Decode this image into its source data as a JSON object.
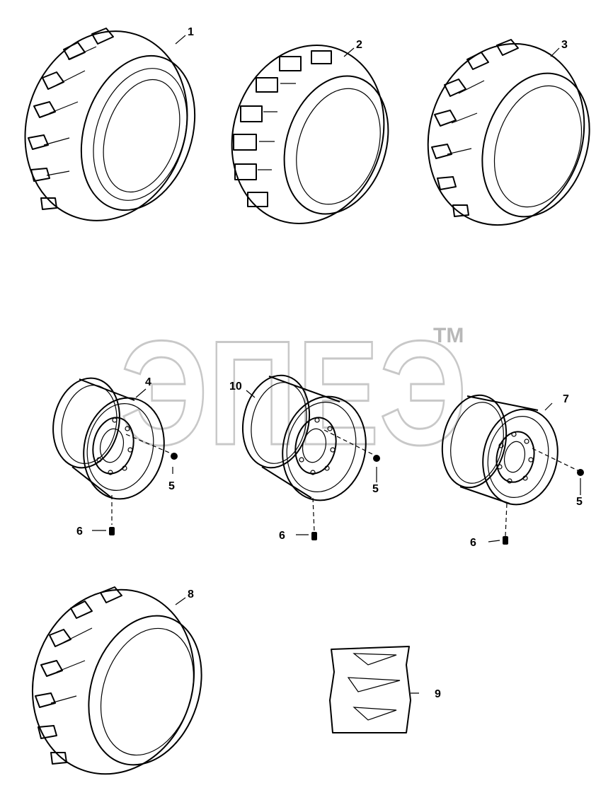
{
  "watermark": {
    "text": "ЭПЕЭ",
    "trademark": "TM"
  },
  "labels": [
    {
      "id": "c1",
      "text": "1"
    },
    {
      "id": "c2",
      "text": "2"
    },
    {
      "id": "c3",
      "text": "3"
    },
    {
      "id": "c4",
      "text": "4"
    },
    {
      "id": "c5a",
      "text": "5"
    },
    {
      "id": "c5b",
      "text": "5"
    },
    {
      "id": "c5c",
      "text": "5"
    },
    {
      "id": "c6a",
      "text": "6"
    },
    {
      "id": "c6b",
      "text": "6"
    },
    {
      "id": "c6c",
      "text": "6"
    },
    {
      "id": "c7",
      "text": "7"
    },
    {
      "id": "c8",
      "text": "8"
    },
    {
      "id": "c9",
      "text": "9"
    },
    {
      "id": "c10",
      "text": "10"
    }
  ]
}
